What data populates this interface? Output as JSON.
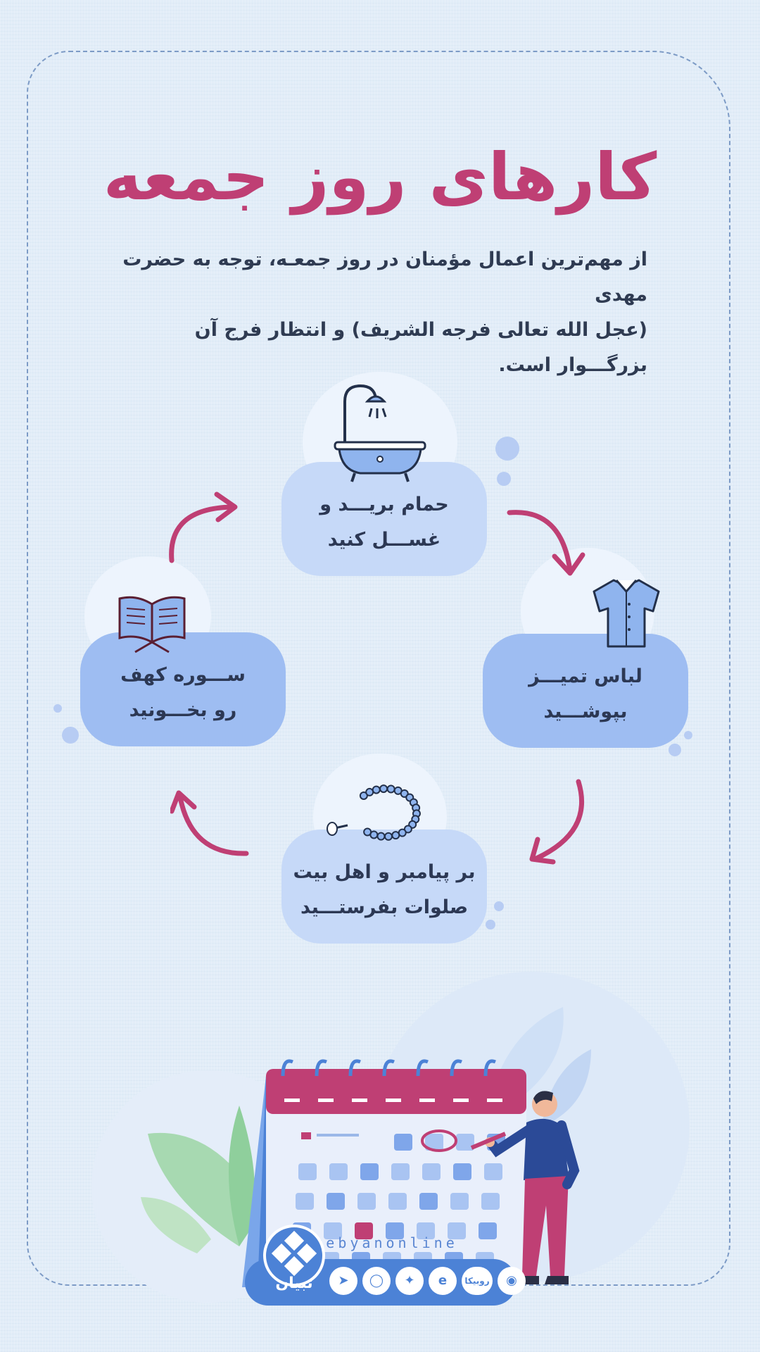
{
  "header": {
    "title": "کارهای روز جمعه",
    "subtitle_line1": "از مهم‌ترین اعمال مؤمنان در روز جمعـه، توجه به حضرت مهدی",
    "subtitle_line2": "(عجل الله تعالی فرجه الشریف) و انتظار فرج آن بزرگـــوار است."
  },
  "steps": [
    {
      "line1": "حمام بریـــد و",
      "line2": "غســـل کنید",
      "icon": "bathtub-shower-icon"
    },
    {
      "line1": "لباس تمیـــز",
      "line2": "بپوشـــید",
      "icon": "shirt-icon"
    },
    {
      "line1": "بر پیامبر و اهل بیت",
      "line2": "صلوات بفرستـــید",
      "icon": "prayer-beads-icon"
    },
    {
      "line1": "ســـوره کهف",
      "line2": "رو بخـــونید",
      "icon": "open-quran-icon"
    }
  ],
  "footer": {
    "handle": "@tebyanonline",
    "logo_text": "تبیان",
    "social": [
      "telegram-icon",
      "instagram-icon",
      "twitter-icon",
      "eitaa-icon",
      "rubika-icon",
      "soroush-icon"
    ],
    "rubika_label": "روبیکا"
  },
  "colors": {
    "accent": "#bf3f74",
    "background": "#e2edf8",
    "card_light": "#c6d9f8",
    "card_mid": "#9ebdf2",
    "footer_blue": "#4c82d6"
  }
}
